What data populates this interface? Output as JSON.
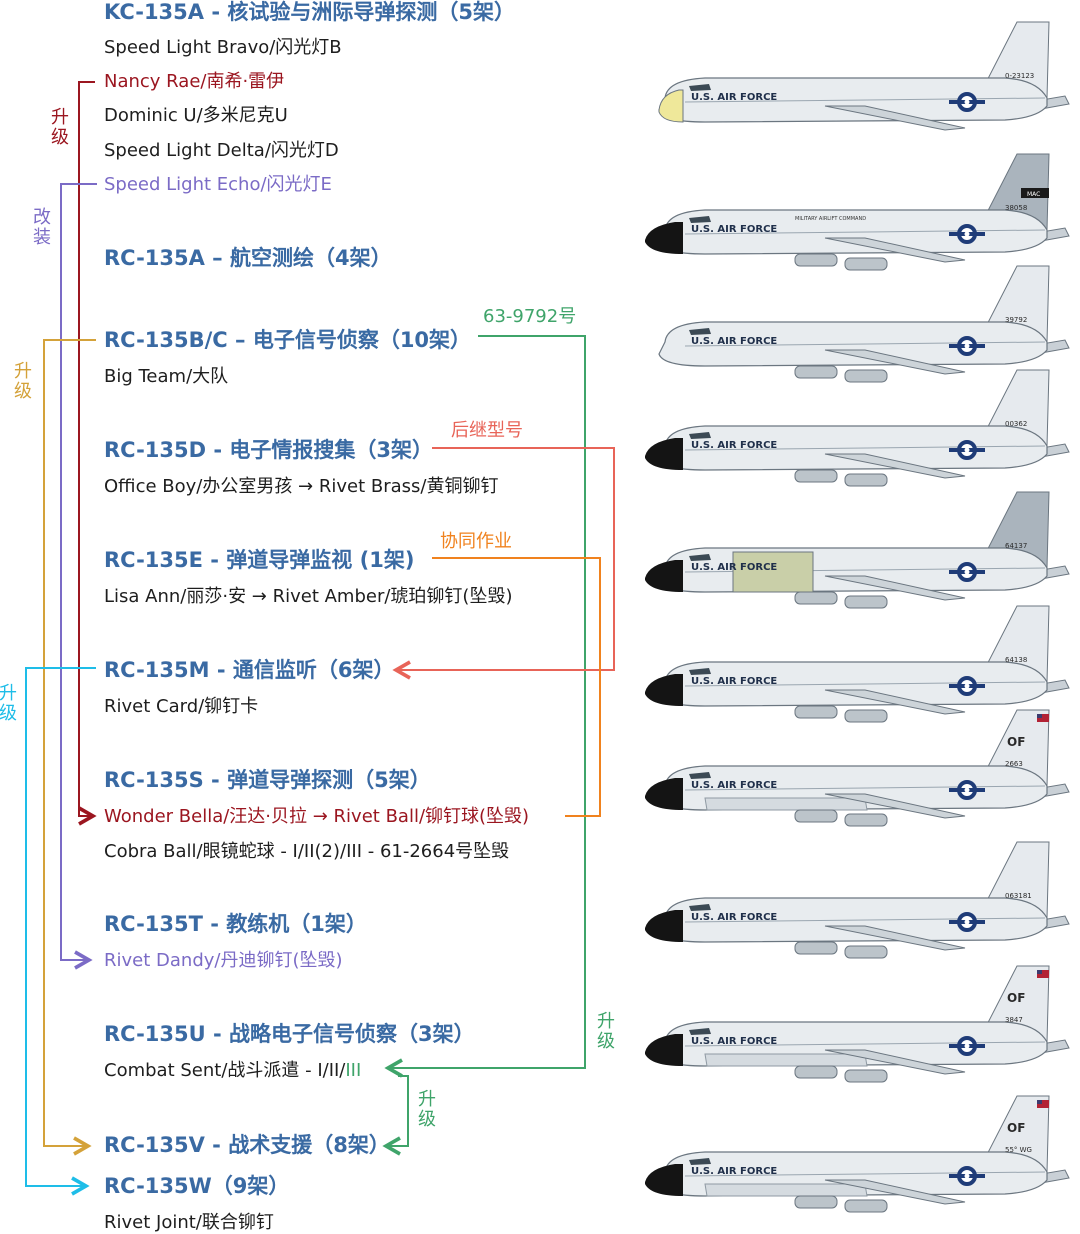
{
  "variants": [
    {
      "title": "KC-135A - 核试验与洲际导弹探测（5架）",
      "subs": [
        "Speed Light Bravo/闪光灯B",
        "Nancy Rae/南希·雷伊",
        "Dominic U/多米尼克U",
        "Speed Light Delta/闪光灯D",
        "Speed Light Echo/闪光灯E"
      ]
    },
    {
      "title": "RC-135A – 航空测绘（4架）"
    },
    {
      "title": "RC-135B/C – 电子信号侦察（10架）",
      "subs": [
        "Big Team/大队"
      ]
    },
    {
      "title": "RC-135D - 电子情报搜集（3架）",
      "subs": [
        "Office Boy/办公室男孩 → Rivet Brass/黄铜铆钉"
      ]
    },
    {
      "title": "RC-135E - 弹道导弹监视 (1架)",
      "subs": [
        "Lisa Ann/丽莎·安 → Rivet Amber/琥珀铆钉(坠毁)"
      ]
    },
    {
      "title": "RC-135M - 通信监听（6架）",
      "subs": [
        "Rivet Card/铆钉卡"
      ]
    },
    {
      "title": "RC-135S - 弹道导弹探测（5架）",
      "subs": [
        "Wonder  Bella/汪达·贝拉 → Rivet Ball/铆钉球(坠毁)",
        "Cobra Ball/眼镜蛇球 - I/II(2)/III - 61-2664号坠毁"
      ]
    },
    {
      "title": "RC-135T - 教练机（1架）",
      "subs": [
        "Rivet Dandy/丹迪铆钉(坠毁)"
      ]
    },
    {
      "title": "RC-135U - 战略电子信号侦察（3架）",
      "subs_prefix": "Combat Sent/战斗派遣 - I/II/",
      "subs_suffix": "III"
    },
    {
      "title": "RC-135V - 战术支援（8架）"
    },
    {
      "title": "RC-135W（9架）",
      "subs": [
        "Rivet Joint/联合铆钉"
      ]
    }
  ],
  "connector_labels": {
    "serial": "63-9792号",
    "successor": "后继型号",
    "cooperation": "协同作业",
    "upgrade": "升级",
    "modify": "改装"
  },
  "aircraft_markings": [
    {
      "fuselage": "U.S. AIR FORCE",
      "tail": "0-23123"
    },
    {
      "fuselage": "U.S. AIR FORCE",
      "tail": "38058",
      "band": "MAC",
      "roof": "MILITARY AIRLIFT COMMAND"
    },
    {
      "fuselage": "U.S. AIR FORCE",
      "tail": "39792"
    },
    {
      "fuselage": "U.S. AIR FORCE",
      "tail": "00362"
    },
    {
      "fuselage": "U.S. AIR FORCE",
      "tail": "64137"
    },
    {
      "fuselage": "U.S. AIR FORCE",
      "tail": "64138"
    },
    {
      "fuselage": "U.S. AIR FORCE",
      "tail": "2663",
      "code": "OF"
    },
    {
      "fuselage": "U.S. AIR FORCE",
      "tail": "063181"
    },
    {
      "fuselage": "U.S. AIR FORCE",
      "tail": "3847",
      "code": "OF"
    },
    {
      "fuselage": "U.S. AIR FORCE",
      "tail": "55° WG",
      "code": "OF"
    }
  ],
  "colors": {
    "title": "#3a6aa3",
    "text": "#1e1e1e",
    "red": "#9b1620",
    "purple": "#7b6bc6",
    "gold": "#d4a23a",
    "green": "#3fa46a",
    "salmon": "#e86458",
    "orange": "#f0821e",
    "cyan": "#1ebde8"
  }
}
